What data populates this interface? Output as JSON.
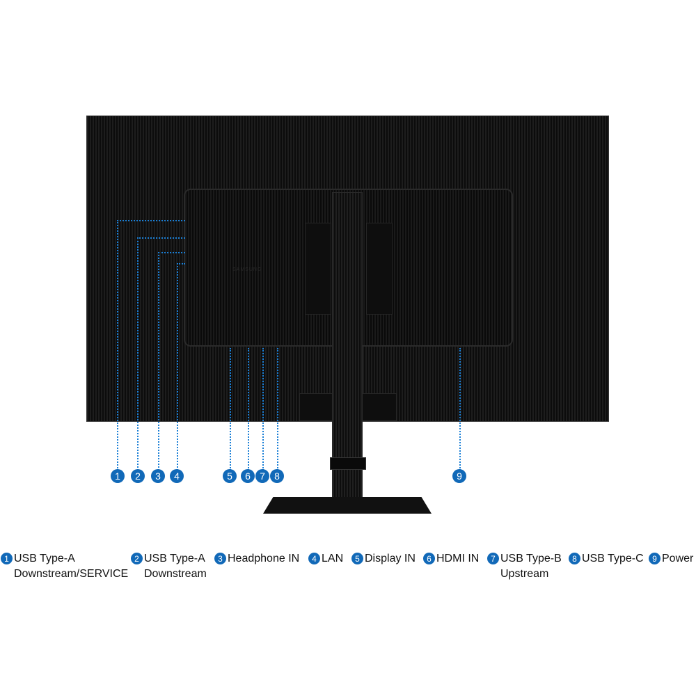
{
  "colors": {
    "accent": "#1169b8",
    "line": "#1a7fd6",
    "monitor": "#141414"
  },
  "monitor_logo": "SAMSUNG",
  "callouts": [
    "1",
    "2",
    "3",
    "4",
    "5",
    "6",
    "7",
    "8",
    "9"
  ],
  "legend": [
    {
      "num": "1",
      "line1": "USB Type-A",
      "line2": "Downstream/SERVICE"
    },
    {
      "num": "2",
      "line1": "USB Type-A",
      "line2": "Downstream"
    },
    {
      "num": "3",
      "line1": "Headphone IN",
      "line2": ""
    },
    {
      "num": "4",
      "line1": "LAN",
      "line2": ""
    },
    {
      "num": "5",
      "line1": "Display IN",
      "line2": ""
    },
    {
      "num": "6",
      "line1": "HDMI IN",
      "line2": ""
    },
    {
      "num": "7",
      "line1": "USB Type-B",
      "line2": "Upstream"
    },
    {
      "num": "8",
      "line1": "USB Type-C",
      "line2": ""
    },
    {
      "num": "9",
      "line1": "Power",
      "line2": ""
    }
  ]
}
